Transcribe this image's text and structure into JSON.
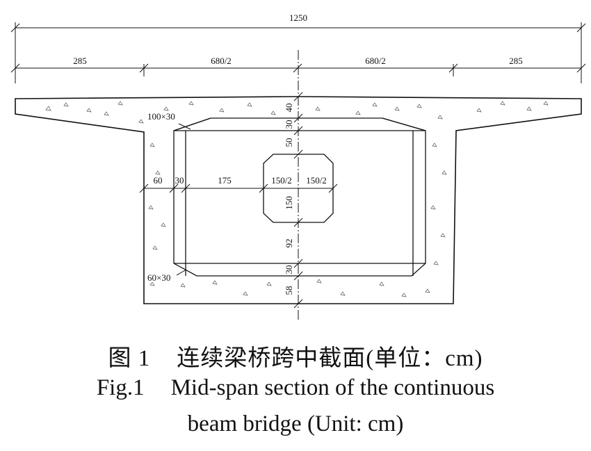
{
  "dimensions": {
    "total_width": "1250",
    "left_cantilever": "285",
    "right_cantilever": "285",
    "half_box_left": "680/2",
    "half_box_right": "680/2",
    "haunch_top": "100×30",
    "haunch_bottom": "60×30",
    "web_outer": "60",
    "web_inner": "30",
    "interior_span": "175",
    "hole_half_left": "150/2",
    "hole_half_right": "150/2",
    "v_top_slab": "40",
    "v_top_haunch": "30",
    "v_above_hole": "50",
    "v_hole": "150",
    "v_below_hole": "92",
    "v_bottom_haunch": "30",
    "v_bottom_slab": "58"
  },
  "caption": {
    "cn_label": "图 1",
    "cn_text": "连续梁桥跨中截面(单位：cm)",
    "en_label": "Fig.1",
    "en_line1": "Mid-span section of the continuous",
    "en_line2": "beam bridge (Unit: cm)"
  }
}
